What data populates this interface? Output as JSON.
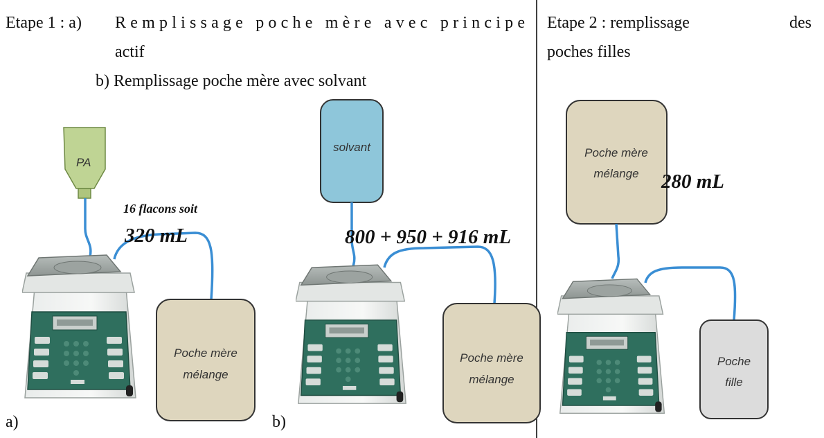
{
  "step1": {
    "heading_prefix": "Etape 1 : a)",
    "heading_a_line1": "Remplissage   poche   mère   avec   principe",
    "heading_a_line2": "actif",
    "heading_b": "b) Remplissage poche mère avec solvant"
  },
  "step2": {
    "heading_line1": "Etape 2 : remplissage",
    "heading_des": "des",
    "heading_line2": "poches filles"
  },
  "panel_a": {
    "source_label": "PA",
    "note": "16 flacons soit",
    "volume": "320 mL",
    "bag_line1": "Poche mère",
    "bag_line2": "mélange",
    "marker": "a)"
  },
  "panel_b": {
    "source_label": "solvant",
    "volume": "800 + 950 + 916 mL",
    "bag_line1": "Poche mère",
    "bag_line2": "mélange",
    "marker": "b)"
  },
  "panel_c": {
    "source_line1": "Poche mère",
    "source_line2": "mélange",
    "volume": "280 mL",
    "bag_line1": "Poche",
    "bag_line2": "fille"
  },
  "colors": {
    "tube": "#3a8ed4",
    "pa_bottle": "#bfd494",
    "solvent_bag": "#8ec6da",
    "mother_bag": "#ded6be",
    "daughter_bag": "#dcdcdc",
    "pump_panel": "#2f6f5e"
  }
}
